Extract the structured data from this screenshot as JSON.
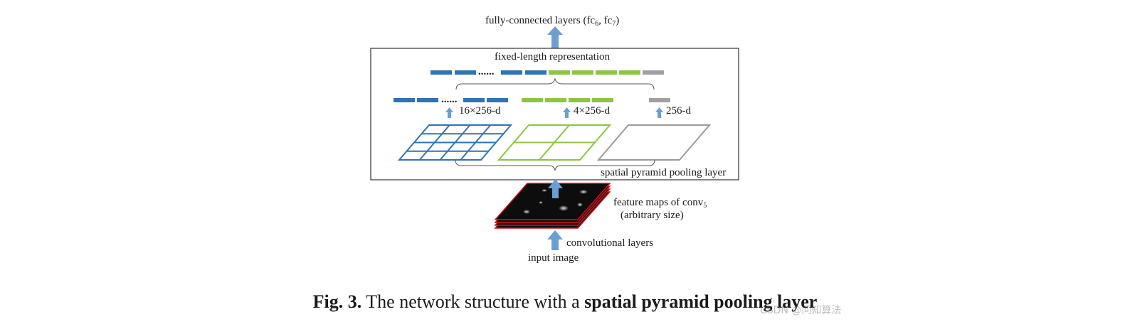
{
  "labels": {
    "fc_layers_main": "fully-connected layers (fc",
    "fc6_sub": "6",
    "fc_sep": ", fc",
    "fc7_sub": "7",
    "fc_close": ")",
    "fixed_length": "fixed-length representation",
    "dots_top": "......",
    "dots_mid": "......",
    "dim_16": "16×256-d",
    "dim_4": "4×256-d",
    "dim_1": "256-d",
    "spp_layer": "spatial pyramid pooling layer",
    "feature_maps_main": "feature maps of conv",
    "feature_maps_sub": "5",
    "arbitrary_size": "(arbitrary size)",
    "conv_layers": "convolutional layers",
    "input_image": "input image"
  },
  "caption": {
    "fig": "Fig. 3.",
    "text": " The network structure with a ",
    "bold": "spatial pyramid pooling layer"
  },
  "watermark": "CSDN @问知算法",
  "colors": {
    "blue": "#2e74b5",
    "green": "#8cc63f",
    "gray": "#a0a0a0",
    "arrow": "#6a9fd4",
    "feature_border": "#d0101e"
  },
  "pyramid": {
    "levels": [
      {
        "grid": "4x4",
        "bins": 16,
        "color": "blue"
      },
      {
        "grid": "2x2",
        "bins": 4,
        "color": "green"
      },
      {
        "grid": "1x1",
        "bins": 1,
        "color": "gray"
      }
    ]
  }
}
